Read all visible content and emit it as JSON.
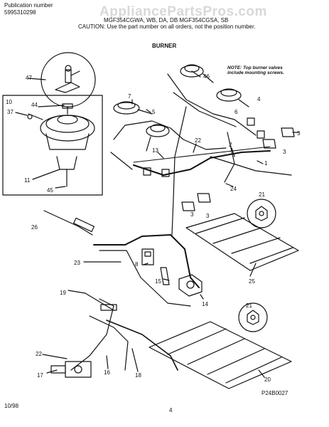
{
  "header": {
    "pub_label": "Publication number",
    "pub_number": "5995310298",
    "models_line": "MGF354CGWA, WB, DA, DB   MGF354CGSA, SB",
    "caution": "CAUTION: Use the part number on all orders, not the position number."
  },
  "watermark": "AppliancePartsPros.com",
  "section_title": "BURNER",
  "note": [
    "NOTE: Top burner valves",
    "include mounting screws."
  ],
  "footer": {
    "date": "10/98",
    "page": "4",
    "figure_id": "P24B0027"
  },
  "callouts": [
    "47",
    "10",
    "37",
    "44",
    "11",
    "45",
    "26",
    "7",
    "46",
    "5",
    "13",
    "22",
    "2",
    "6",
    "4",
    "3",
    "1",
    "24",
    "21",
    "23",
    "8",
    "15",
    "14",
    "25",
    "19",
    "22",
    "17",
    "16",
    "18",
    "20",
    "21",
    "3",
    "3",
    "3"
  ]
}
